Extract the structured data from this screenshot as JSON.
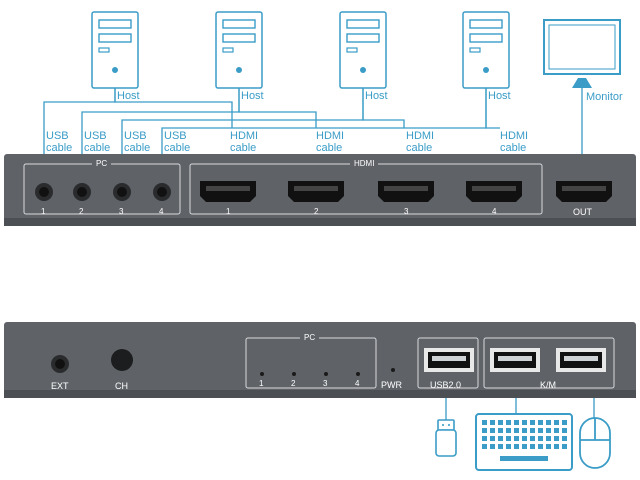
{
  "colors": {
    "accent": "#3a9cc7",
    "panel": "#5f6368",
    "panel_edge": "#3f4246",
    "port": "#1a1a1a"
  },
  "hosts": [
    {
      "label": "Host",
      "icon": "desktop-tower-icon"
    },
    {
      "label": "Host",
      "icon": "desktop-tower-icon"
    },
    {
      "label": "Host",
      "icon": "desktop-tower-icon"
    },
    {
      "label": "Host",
      "icon": "desktop-tower-icon"
    }
  ],
  "monitor": {
    "label": "Monitor",
    "icon": "monitor-icon"
  },
  "cables": {
    "usb": [
      {
        "line1": "USB",
        "line2": "cable"
      },
      {
        "line1": "USB",
        "line2": "cable"
      },
      {
        "line1": "USB",
        "line2": "cable"
      },
      {
        "line1": "USB",
        "line2": "cable"
      }
    ],
    "hdmi": [
      {
        "line1": "HDMI",
        "line2": "cable"
      },
      {
        "line1": "HDMI",
        "line2": "cable"
      },
      {
        "line1": "HDMI",
        "line2": "cable"
      },
      {
        "line1": "HDMI",
        "line2": "cable"
      }
    ]
  },
  "front_panel": {
    "pc_group": "PC",
    "hdmi_group": "HDMI",
    "pc_ports": [
      "1",
      "2",
      "3",
      "4"
    ],
    "hdmi_ports": [
      "1",
      "2",
      "3",
      "4"
    ],
    "out_label": "OUT"
  },
  "rear_panel": {
    "ext_label": "EXT",
    "ch_label": "CH",
    "pc_group": "PC",
    "pc_leds": [
      "1",
      "2",
      "3",
      "4"
    ],
    "pwr_label": "PWR",
    "usb_label": "USB2.0",
    "km_label": "K/M"
  },
  "peripherals": [
    {
      "icon": "usb-drive-icon"
    },
    {
      "icon": "keyboard-icon"
    },
    {
      "icon": "mouse-icon"
    }
  ]
}
